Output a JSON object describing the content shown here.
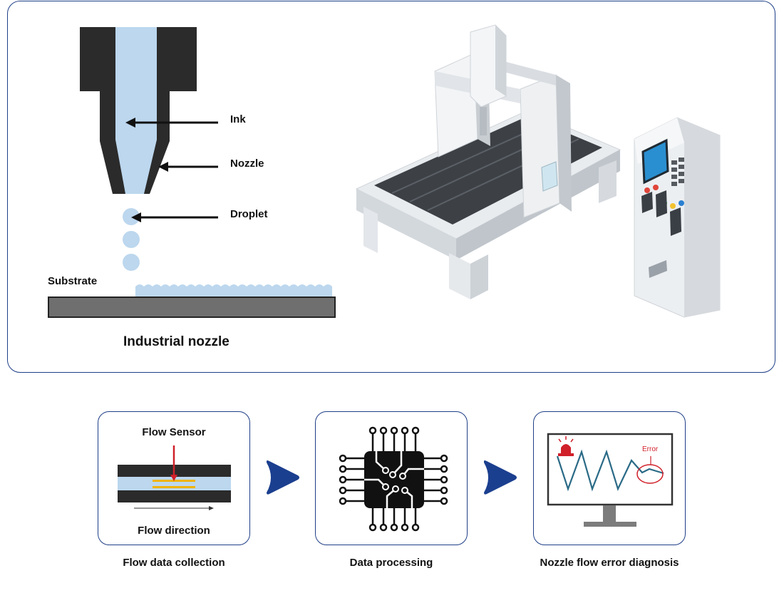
{
  "nozzle_diagram": {
    "labels": {
      "ink": "Ink",
      "nozzle": "Nozzle",
      "droplet": "Droplet",
      "substrate": "Substrate"
    },
    "caption": "Industrial nozzle"
  },
  "process": {
    "steps": [
      {
        "caption": "Flow data collection",
        "sensor_label": "Flow Sensor",
        "direction_label": "Flow direction"
      },
      {
        "caption": "Data processing"
      },
      {
        "caption": "Nozzle flow error diagnosis",
        "error_label": "Error"
      }
    ]
  },
  "colors": {
    "border": "#1f3f88",
    "arrow": "#1b3f8f",
    "ink": "#bcd7ee",
    "error": "#d0202a",
    "sensor": "#f0b400"
  }
}
